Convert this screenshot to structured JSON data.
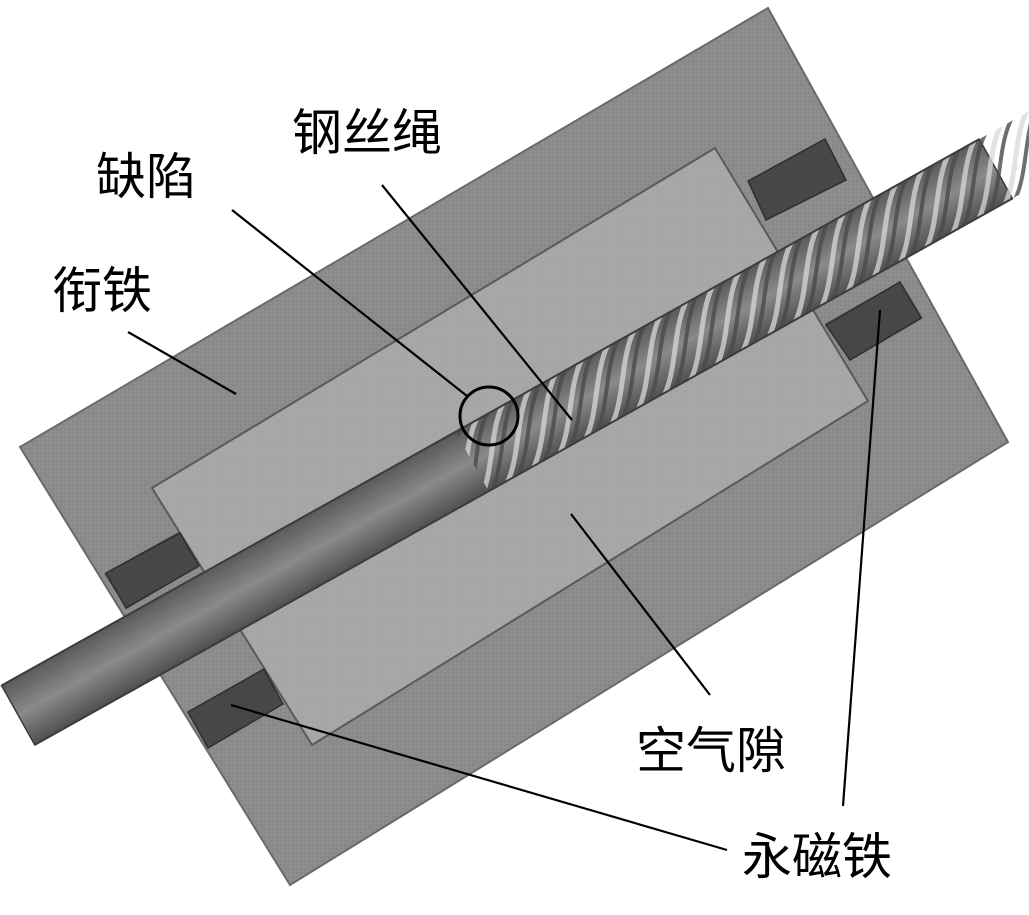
{
  "labels": {
    "wire_rope": "钢丝绳",
    "defect": "缺陷",
    "armature": "衔铁",
    "air_gap": "空气隙",
    "permanent_magnet": "永磁铁"
  },
  "colors": {
    "armature": "#8e8e8e",
    "air_gap": "#a6a6a6",
    "magnet": "#464646",
    "rope_dark": "#4a4a4a",
    "rope_light": "#d8d8d8",
    "line": "#000000"
  }
}
